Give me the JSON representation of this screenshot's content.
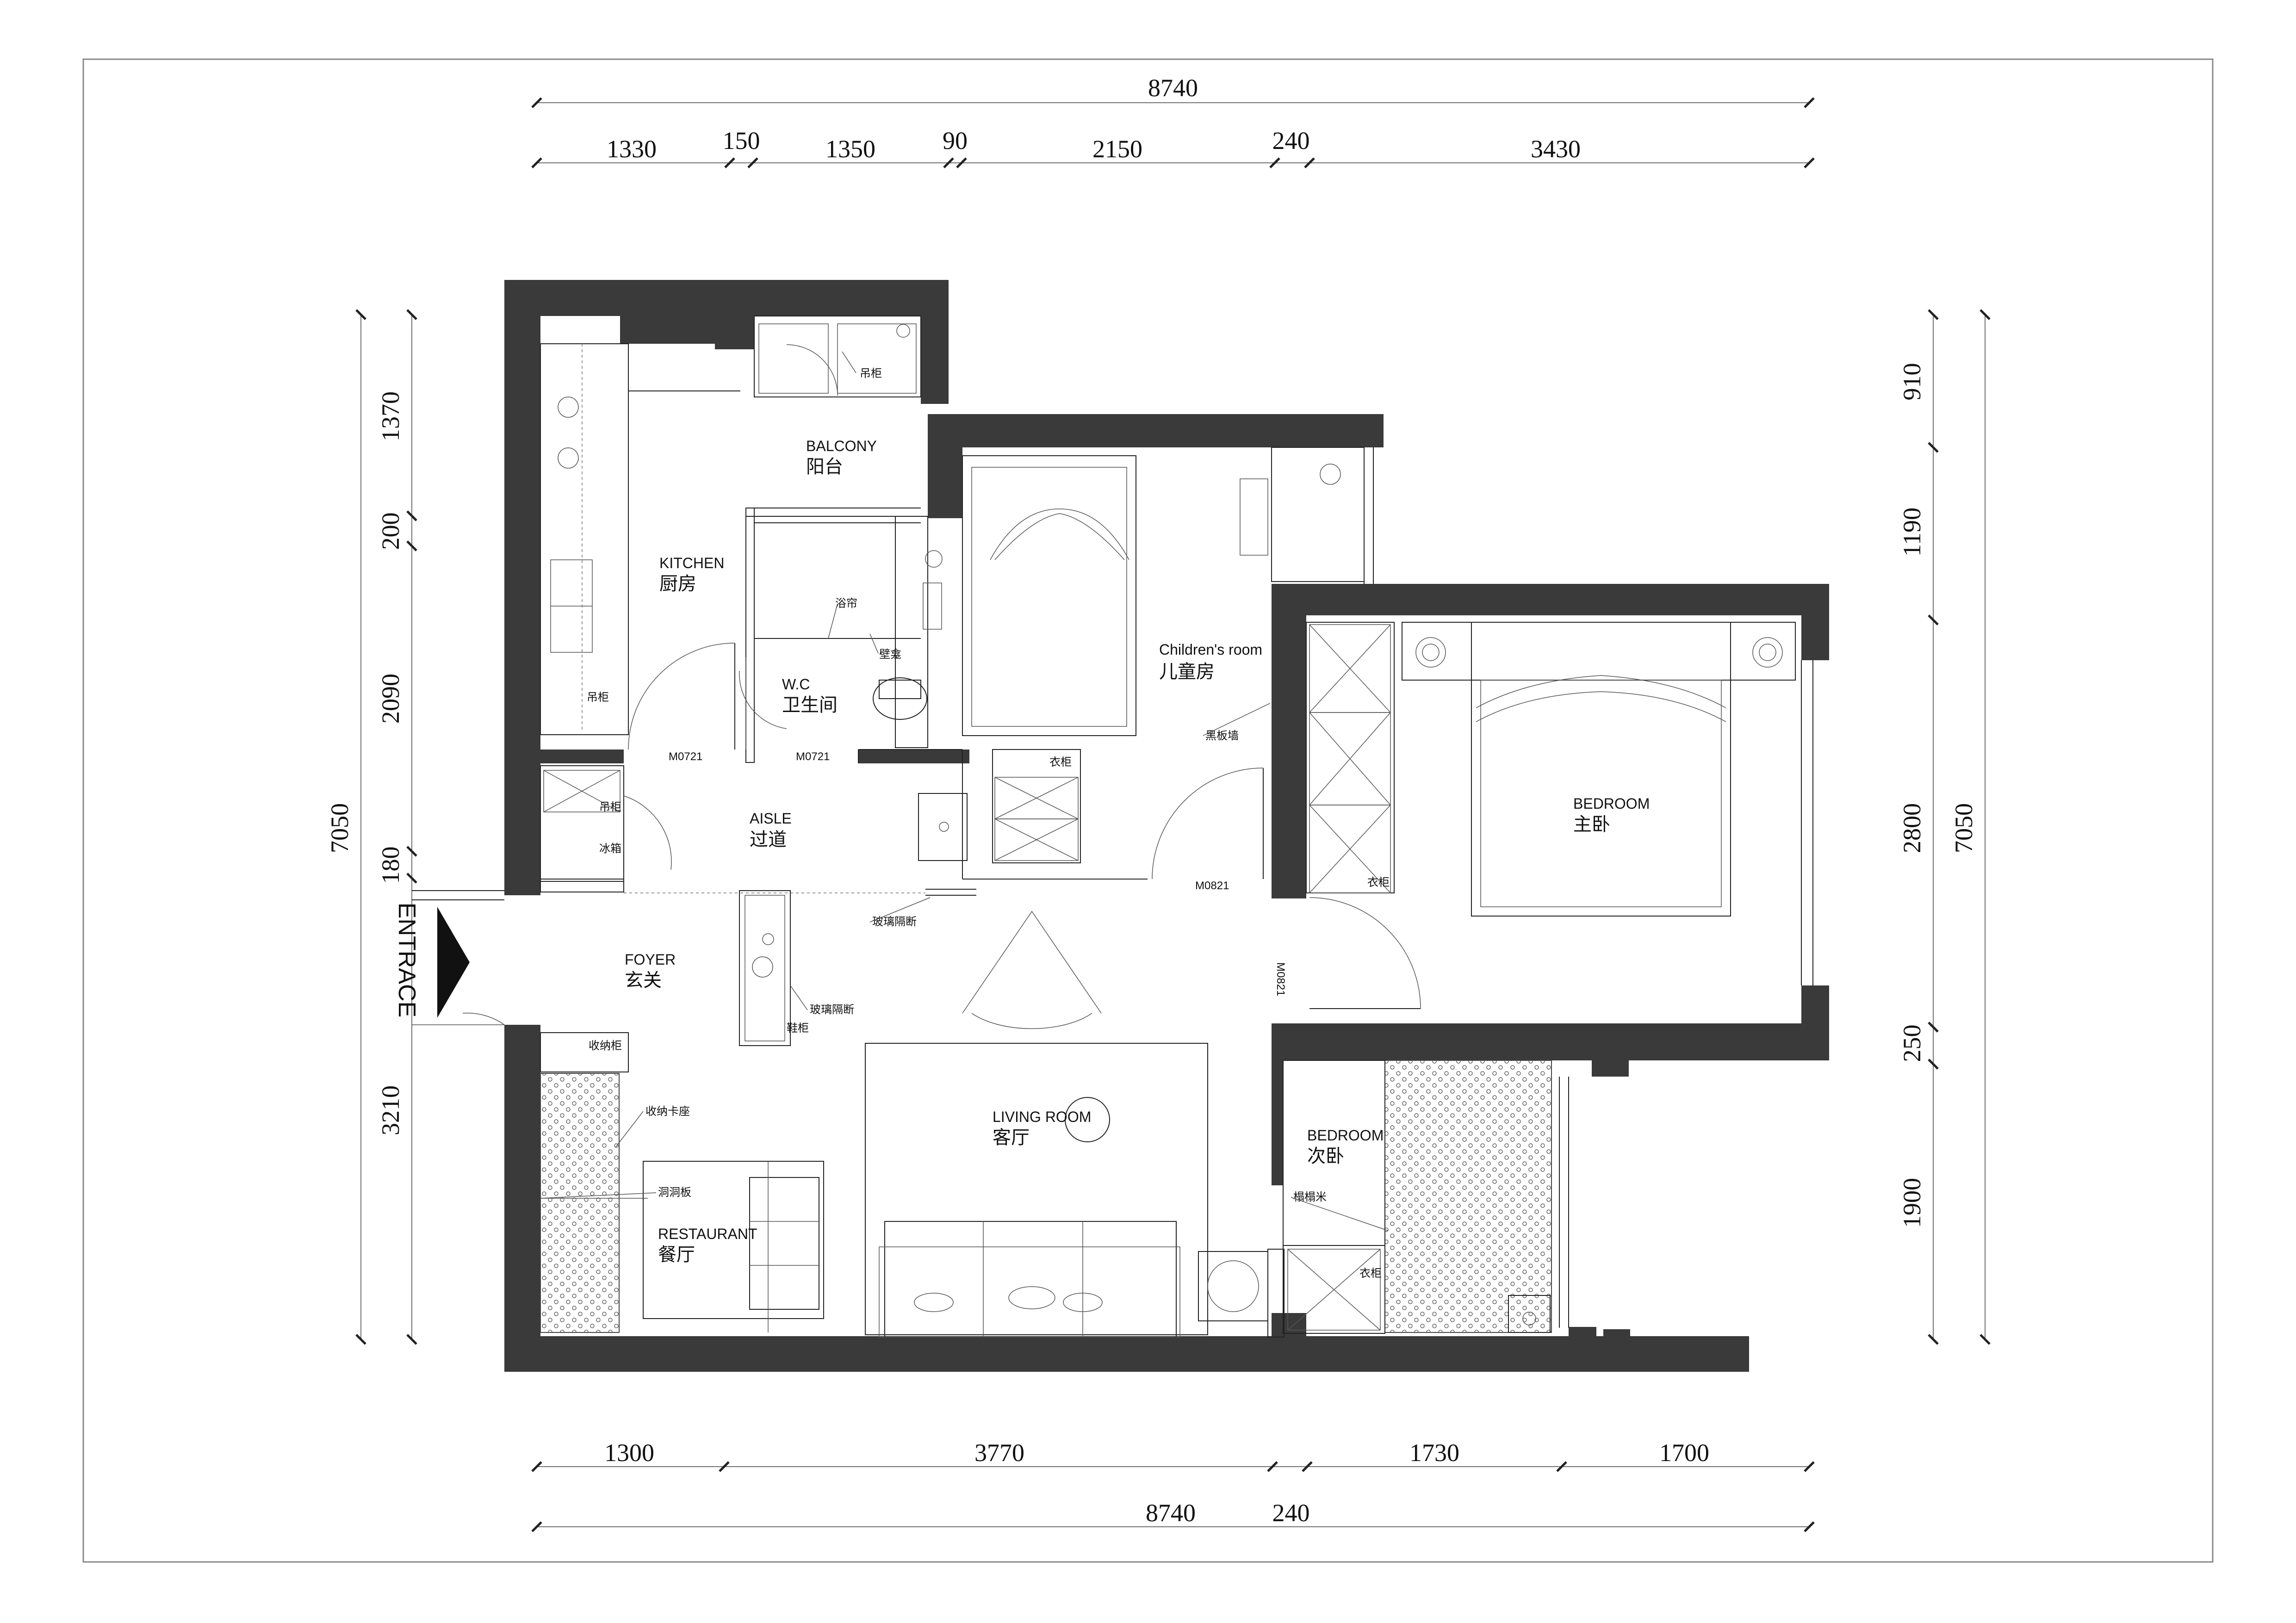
{
  "dimensions": {
    "top_total": "8740",
    "top_segments": [
      "1330",
      "150",
      "1350",
      "90",
      "2150",
      "240",
      "3430"
    ],
    "bottom_segments": [
      "1300",
      "3770",
      "1730",
      "1700"
    ],
    "bottom_total": "8740",
    "bottom_extra": "240",
    "left_total": "7050",
    "left_segments": [
      "1370",
      "200",
      "2090",
      "180",
      "3210"
    ],
    "right_total": "7050",
    "right_segments": [
      "910",
      "1190",
      "2800",
      "250",
      "1900"
    ]
  },
  "rooms": {
    "balcony_en": "BALCONY",
    "balcony_cn": "阳台",
    "kitchen_en": "KITCHEN",
    "kitchen_cn": "厨房",
    "wc_en": "W.C",
    "wc_cn": "卫生间",
    "children_en": "Children's room",
    "children_cn": "儿童房",
    "bedroom_en": "BEDROOM",
    "bedroom_cn": "主卧",
    "aisle_en": "AISLE",
    "aisle_cn": "过道",
    "foyer_en": "FOYER",
    "foyer_cn": "玄关",
    "living_en": "LIVING ROOM",
    "living_cn": "客厅",
    "restaurant_en": "RESTAURANT",
    "restaurant_cn": "餐厅",
    "bedroom2_en": "BEDROOM",
    "bedroom2_cn": "次卧"
  },
  "annotations": {
    "hanging_cabinet_1": "吊柜",
    "hanging_cabinet_2": "吊柜",
    "hanging_cabinet_3": "吊柜",
    "shower_curtain": "浴帘",
    "wall_niche": "壁龛",
    "fridge": "冰箱",
    "wardrobe_1": "衣柜",
    "wardrobe_2": "衣柜",
    "wardrobe_3": "衣柜",
    "blackboard_wall": "黑板墙",
    "glass_partition_1": "玻璃隔断",
    "glass_partition_2": "玻璃隔断",
    "shoe_cabinet": "鞋柜",
    "storage_cabinet": "收纳柜",
    "storage_bench": "收纳卡座",
    "pegboard": "洞洞板",
    "tatami": "榻榻米",
    "door_m0721_a": "M0721",
    "door_m0721_b": "M0721",
    "door_m0821_a": "M0821",
    "door_m0821_b": "M0821"
  },
  "entrance": "ENTRACE",
  "colors": {
    "wall": "#3a3a3a",
    "line": "#222222"
  }
}
